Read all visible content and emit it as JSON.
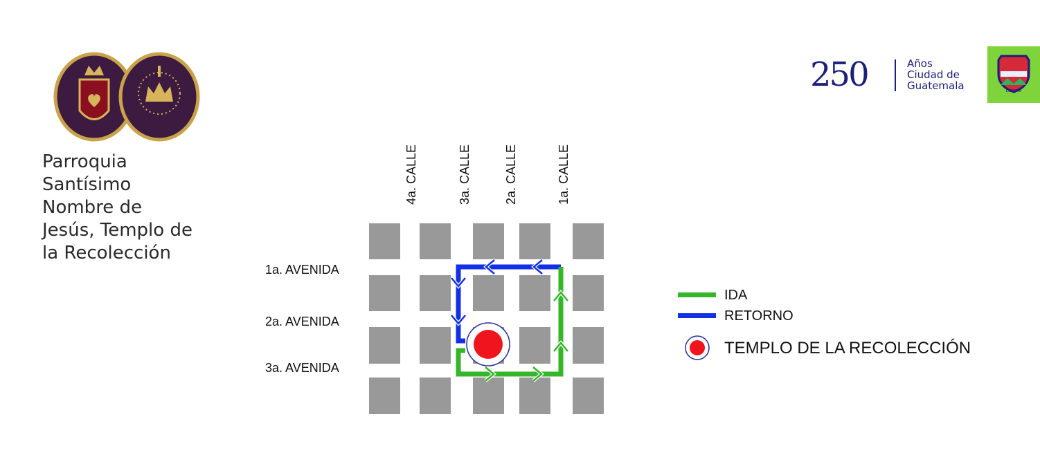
{
  "parish": {
    "title_lines": [
      "Parroquia",
      "Santísimo",
      "Nombre de",
      "Jesús, Templo de",
      "la Recolección"
    ]
  },
  "city_logo": {
    "number": "250",
    "lines": [
      "Años",
      "Ciudad de",
      "Guatemala"
    ],
    "shield_text": "cumple"
  },
  "streets": {
    "calles": [
      "4a. CALLE",
      "3a. CALLE",
      "2a. CALLE",
      "1a. CALLE"
    ],
    "avenidas": [
      "1a. AVENIDA",
      "2a. AVENIDA",
      "3a. AVENIDA"
    ]
  },
  "legend": {
    "ida": "IDA",
    "retorno": "RETORNO",
    "temple": "TEMPLO DE LA RECOLECCIÓN"
  },
  "colors": {
    "ida": "#35b52a",
    "retorno": "#1330e8",
    "temple": "#f0141e",
    "block": "#999999"
  }
}
